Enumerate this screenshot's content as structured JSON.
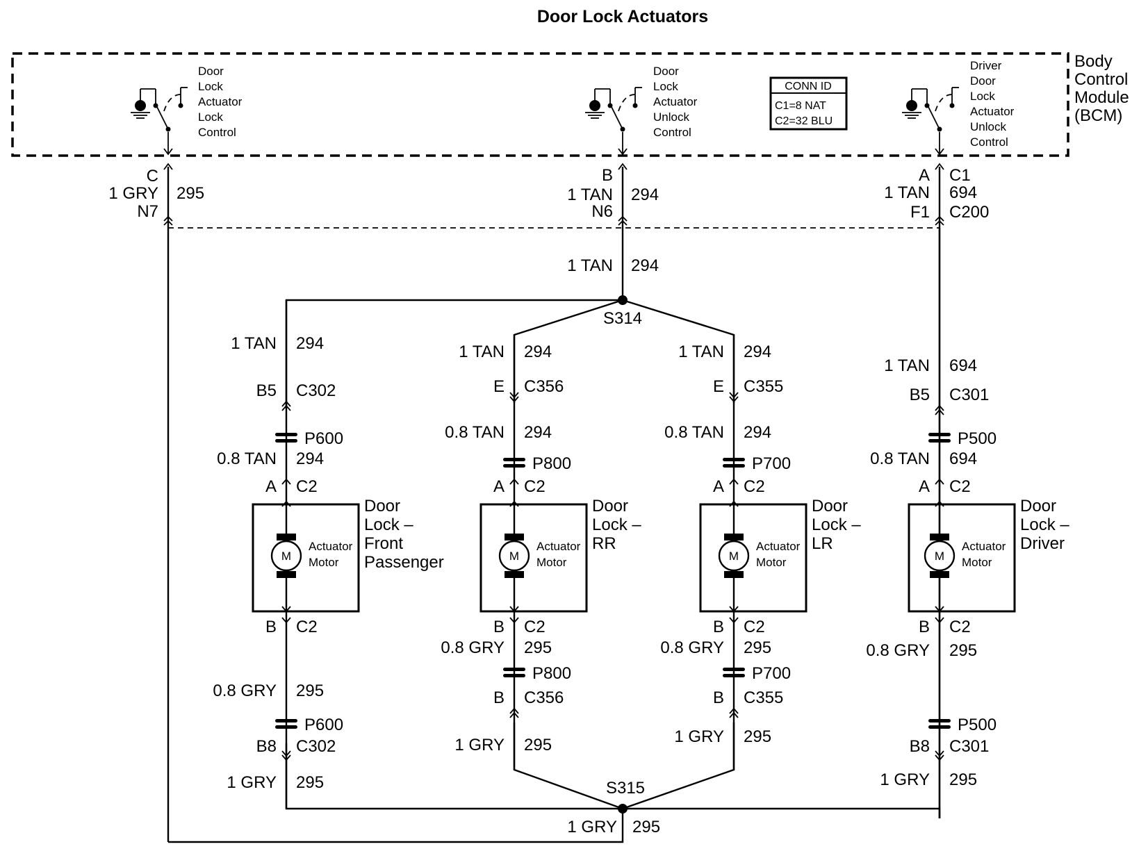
{
  "title": "Door Lock Actuators",
  "bcm": {
    "label_lines": [
      "Body",
      "Control",
      "Module",
      "(BCM)"
    ],
    "conn_id": {
      "header": "CONN ID",
      "c1": "C1=8 NAT",
      "c2": "C2=32 BLU"
    },
    "switches": [
      {
        "lines": [
          "Door",
          "Lock",
          "Actuator",
          "Lock",
          "Control"
        ]
      },
      {
        "lines": [
          "Door",
          "Lock",
          "Actuator",
          "Unlock",
          "Control"
        ]
      },
      {
        "lines": [
          "Driver",
          "Door",
          "Lock",
          "Actuator",
          "Unlock",
          "Control"
        ]
      }
    ]
  },
  "bcm_pins": [
    {
      "pin": "C",
      "wire": "1 GRY",
      "circuit": "295",
      "inline_pin": "N7",
      "connector": ""
    },
    {
      "pin": "B",
      "wire": "1 TAN",
      "circuit": "294",
      "inline_pin": "N6",
      "connector": ""
    },
    {
      "pin": "A",
      "wire": "1 TAN",
      "circuit": "694",
      "inline_pin": "F1",
      "connector": "C1",
      "inline_connector": "C200"
    }
  ],
  "splices": {
    "top": "S314",
    "bottom": "S315"
  },
  "trunk": {
    "top_wire": "1 TAN",
    "top_circuit": "294",
    "bottom_wire": "1 GRY",
    "bottom_circuit": "295"
  },
  "motor": {
    "symbol": "M",
    "label_lines": [
      "Actuator",
      "Motor"
    ]
  },
  "branches": [
    {
      "name_lines": [
        "Door",
        "Lock –",
        "Front",
        "Passenger"
      ],
      "up_wire": "1 TAN",
      "up_circuit": "294",
      "up_pin": "B5",
      "up_conn": "C302",
      "up_pass": "P600",
      "up_door_wire": "0.8 TAN",
      "up_door_circuit": "294",
      "motor_top_pin": "A",
      "motor_top_conn": "C2",
      "motor_bot_pin": "B",
      "motor_bot_conn": "C2",
      "dn_door_wire": "0.8 GRY",
      "dn_door_circuit": "295",
      "dn_pass": "P600",
      "dn_pin": "B8",
      "dn_conn": "C302",
      "dn_wire": "1 GRY",
      "dn_circuit": "295"
    },
    {
      "name_lines": [
        "Door",
        "Lock –",
        "RR"
      ],
      "up_wire": "1 TAN",
      "up_circuit": "294",
      "up_pin": "E",
      "up_conn": "C356",
      "up_pass": "P800",
      "up_door_wire": "0.8 TAN",
      "up_door_circuit": "294",
      "motor_top_pin": "A",
      "motor_top_conn": "C2",
      "motor_bot_pin": "B",
      "motor_bot_conn": "C2",
      "dn_door_wire": "0.8 GRY",
      "dn_door_circuit": "295",
      "dn_pass": "P800",
      "dn_pin": "B",
      "dn_conn": "C356",
      "dn_wire": "1 GRY",
      "dn_circuit": "295"
    },
    {
      "name_lines": [
        "Door",
        "Lock –",
        "LR"
      ],
      "up_wire": "1 TAN",
      "up_circuit": "294",
      "up_pin": "E",
      "up_conn": "C355",
      "up_pass": "P700",
      "up_door_wire": "0.8 TAN",
      "up_door_circuit": "294",
      "motor_top_pin": "A",
      "motor_top_conn": "C2",
      "motor_bot_pin": "B",
      "motor_bot_conn": "C2",
      "dn_door_wire": "0.8 GRY",
      "dn_door_circuit": "295",
      "dn_pass": "P700",
      "dn_pin": "B",
      "dn_conn": "C355",
      "dn_wire": "1 GRY",
      "dn_circuit": "295"
    },
    {
      "name_lines": [
        "Door",
        "Lock –",
        "Driver"
      ],
      "up_wire": "1 TAN",
      "up_circuit": "694",
      "up_pin": "B5",
      "up_conn": "C301",
      "up_pass": "P500",
      "up_door_wire": "0.8 TAN",
      "up_door_circuit": "694",
      "motor_top_pin": "A",
      "motor_top_conn": "C2",
      "motor_bot_pin": "B",
      "motor_bot_conn": "C2",
      "dn_door_wire": "0.8 GRY",
      "dn_door_circuit": "295",
      "dn_pass": "P500",
      "dn_pin": "B8",
      "dn_conn": "C301",
      "dn_wire": "1 GRY",
      "dn_circuit": "295"
    }
  ]
}
